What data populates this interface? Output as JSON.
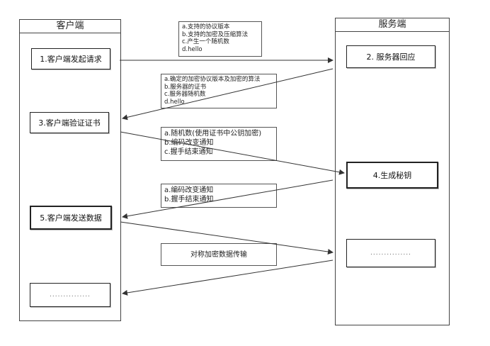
{
  "client": {
    "title": "客户端",
    "steps": {
      "request": "1.客户端发起请求",
      "verify": "3.客户端验证证书",
      "send": "5.客户端发送数据",
      "more": "..............."
    }
  },
  "server": {
    "title": "服务端",
    "steps": {
      "respond": "2. 服务器回应",
      "genkey": "4.生成秘钥",
      "more": "..............."
    }
  },
  "messages": {
    "client_hello": [
      "a.支持的协议版本",
      "b.支持的加密及压缩算法",
      "c.产生一个随机数",
      "d.hello"
    ],
    "server_hello": [
      "a.确定的加密协议版本及加密的算法",
      "b.服务器的证书",
      "c.服务器随机数",
      "d.hello"
    ],
    "key_exchange": [
      "a.随机数(使用证书中公钥加密)",
      "b.编码改变通知",
      "c.握手结束通知"
    ],
    "server_finish": [
      "a.编码改变通知",
      "b.握手结束通知"
    ],
    "data_transfer": "对称加密数据传输"
  },
  "colors": {
    "line": "#333333",
    "border": "#444444"
  }
}
